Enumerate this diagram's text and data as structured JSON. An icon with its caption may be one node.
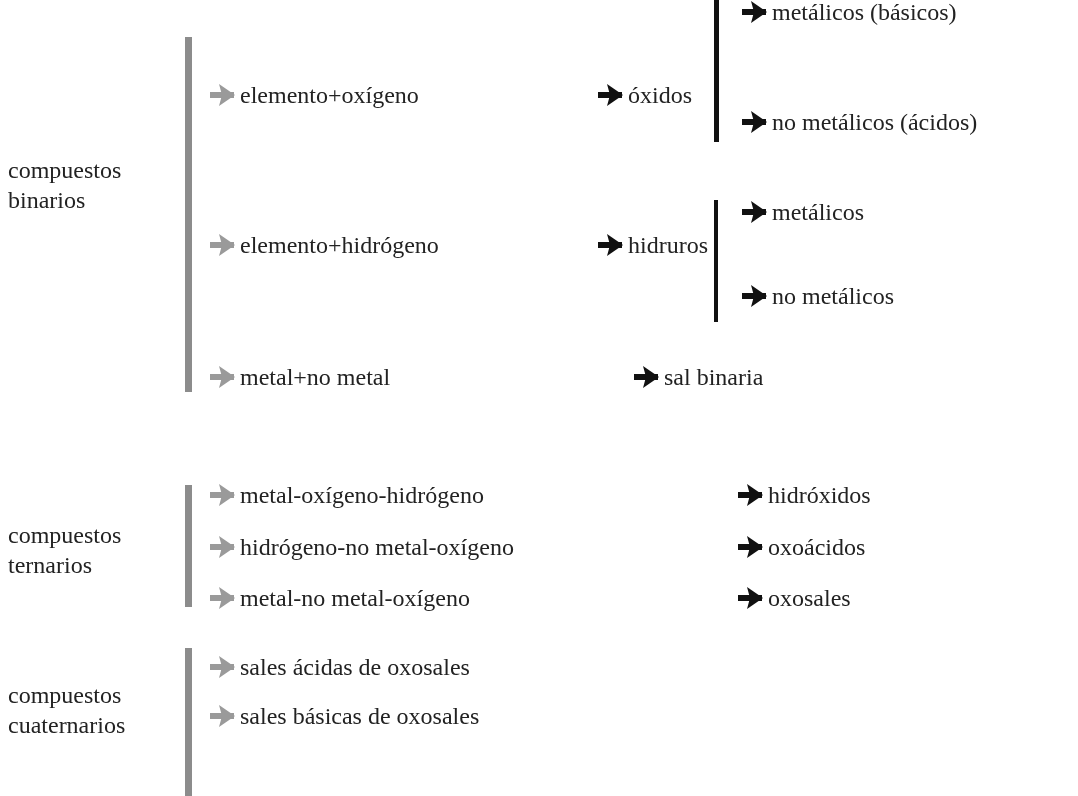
{
  "diagram": {
    "nodes": [
      {
        "text": [],
        "shape": "bar",
        "beside": [
          "compuestos binarios"
        ]
      },
      {
        "text": [
          "elemento+oxígeno"
        ]
      },
      {
        "text": [
          "óxidos"
        ]
      },
      {
        "text": [],
        "shape": "bar"
      },
      {
        "text": [
          "metálicos (básicos)"
        ]
      },
      {
        "text": [
          "no metálicos (ácidos)"
        ]
      },
      {
        "text": [
          "elemento+hidrógeno"
        ]
      },
      {
        "text": [
          "hidruros"
        ]
      },
      {
        "text": [],
        "shape": "bar"
      },
      {
        "text": [
          "metálicos"
        ]
      },
      {
        "text": [
          "no metálicos"
        ]
      },
      {
        "text": [
          "metal+no metal"
        ]
      },
      {
        "text": [
          "sal binaria"
        ]
      },
      {
        "text": [],
        "shape": "bar",
        "beside": [
          "compuestos ternarios"
        ]
      },
      {
        "text": [
          "metal-oxígeno-hidrógeno"
        ]
      },
      {
        "text": [
          "hidróxidos"
        ]
      },
      {
        "text": [
          "hidrógeno-no metal-oxígeno"
        ]
      },
      {
        "text": [
          "oxoácidos"
        ]
      },
      {
        "text": [
          "metal-no metal-oxígeno"
        ]
      },
      {
        "text": [
          "oxosales"
        ]
      },
      {
        "text": [],
        "shape": "bar",
        "beside": [
          "compuestos cuaternarios"
        ]
      },
      {
        "text": [
          "sales ácidas de oxosales"
        ]
      },
      {
        "text": [
          "sales básicas de oxosales"
        ]
      }
    ],
    "edges": [
      {
        "from": 0,
        "to": 1,
        "arrow": "to",
        "color": "#9a9a9a"
      },
      {
        "from": 1,
        "to": 2,
        "arrow": "to"
      },
      {
        "from": 3,
        "to": 4,
        "arrow": "to"
      },
      {
        "from": 3,
        "to": 5,
        "arrow": "to"
      },
      {
        "from": 0,
        "to": 6,
        "arrow": "to",
        "color": "#9a9a9a"
      },
      {
        "from": 6,
        "to": 7,
        "arrow": "to"
      },
      {
        "from": 8,
        "to": 9,
        "arrow": "to"
      },
      {
        "from": 8,
        "to": 10,
        "arrow": "to"
      },
      {
        "from": 0,
        "to": 11,
        "arrow": "to",
        "color": "#9a9a9a"
      },
      {
        "from": 11,
        "to": 12,
        "arrow": "to"
      },
      {
        "from": 13,
        "to": 14,
        "arrow": "to",
        "color": "#9a9a9a"
      },
      {
        "from": 14,
        "to": 15,
        "arrow": "to"
      },
      {
        "from": 13,
        "to": 16,
        "arrow": "to",
        "color": "#9a9a9a"
      },
      {
        "from": 16,
        "to": 17,
        "arrow": "to"
      },
      {
        "from": 13,
        "to": 18,
        "arrow": "to",
        "color": "#9a9a9a"
      },
      {
        "from": 18,
        "to": 19,
        "arrow": "to"
      },
      {
        "from": 20,
        "to": 21,
        "arrow": "to",
        "color": "#9a9a9a"
      },
      {
        "from": 20,
        "to": 22,
        "arrow": "to",
        "color": "#9a9a9a"
      }
    ]
  }
}
